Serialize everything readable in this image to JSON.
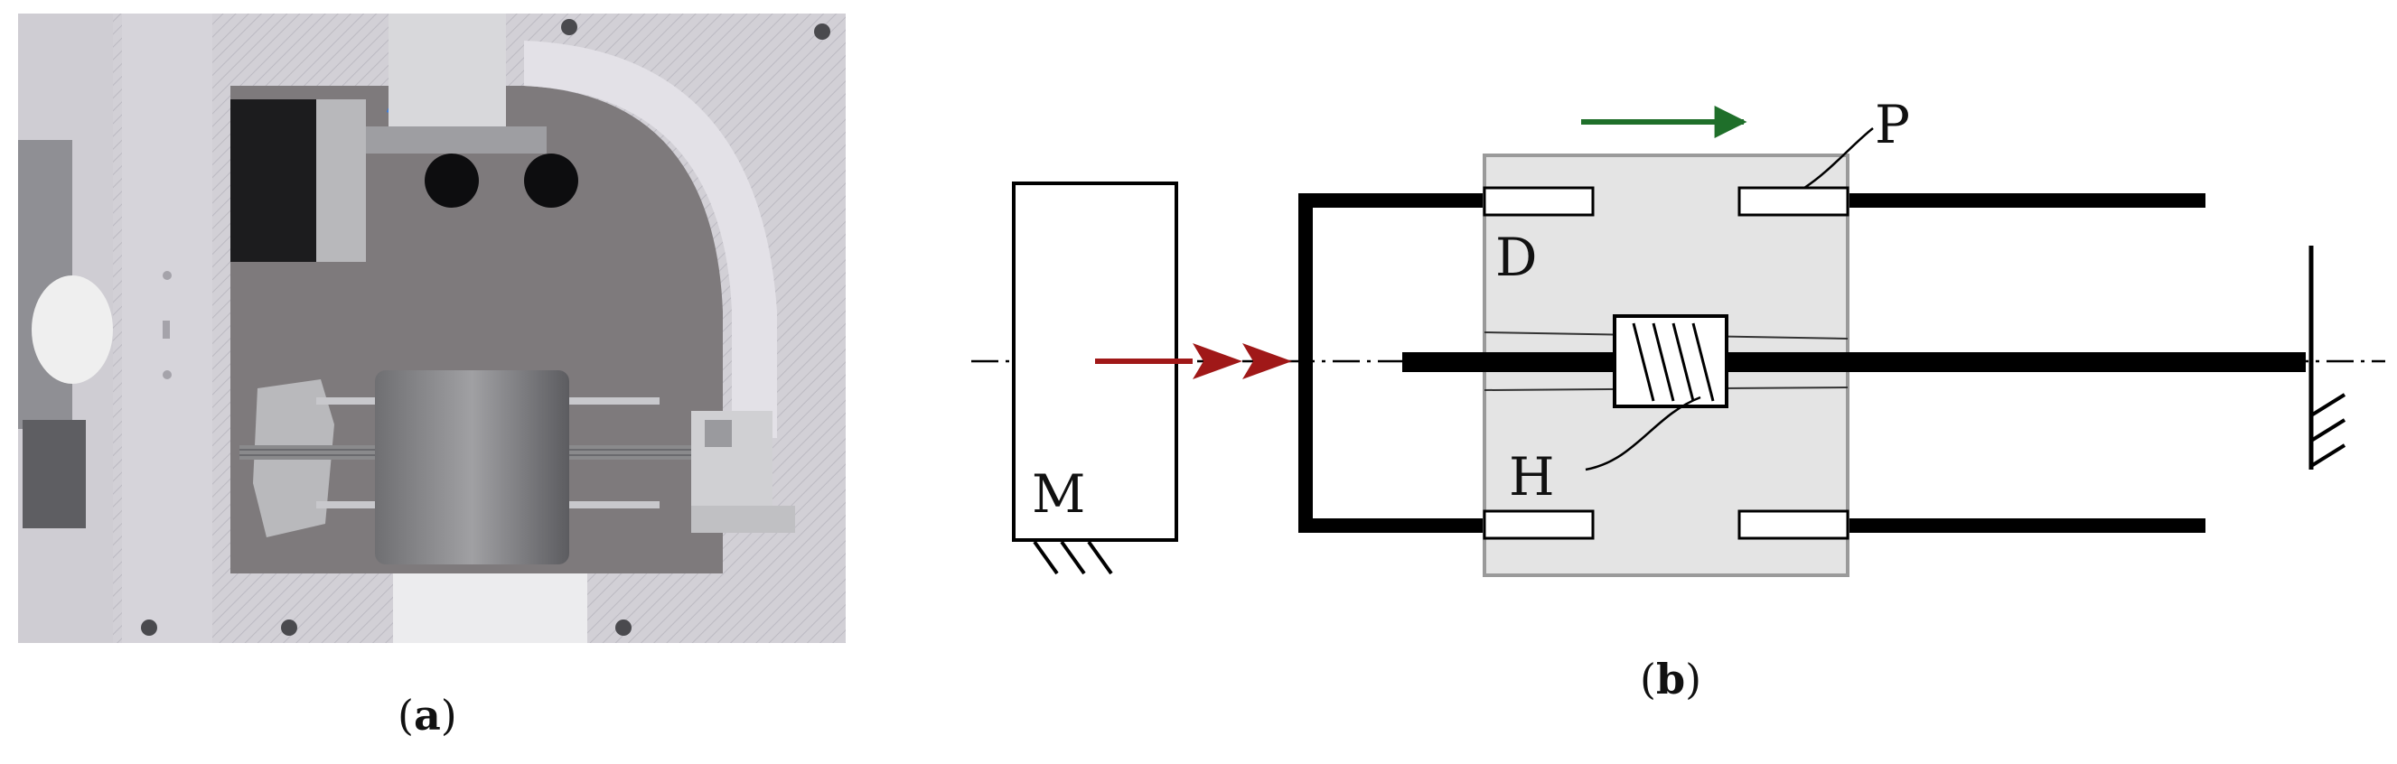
{
  "panel_a": {
    "caption_open": "(",
    "caption_letter": "a",
    "caption_close": ")"
  },
  "panel_b": {
    "caption_open": "(",
    "caption_letter": "b",
    "caption_close": ")",
    "labels": {
      "motor": "M",
      "plate": "P",
      "disk": "D",
      "helix": "H"
    }
  },
  "colors": {
    "red_arrow": "#a01818",
    "green_arrow": "#1f6f2a",
    "housing_fill": "#e4e4e4",
    "housing_stroke": "#9a9a9a",
    "bar": "#000000"
  }
}
